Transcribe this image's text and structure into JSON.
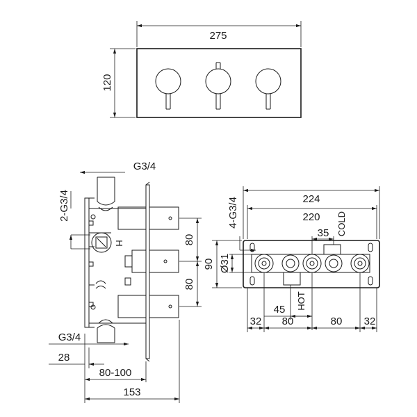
{
  "front_view": {
    "width_label": "275",
    "height_label": "120"
  },
  "side_view": {
    "top_thread_label": "G3/4",
    "left_thread_label": "2-G3/4",
    "spacing_upper_label": "80",
    "spacing_lower_label": "80",
    "bottom_thread_label": "G3/4",
    "depth_28_label": "28",
    "depth_range_label": "80-100",
    "total_depth_label": "153",
    "hot_cold_marker": "H"
  },
  "body_view": {
    "width_224_label": "224",
    "width_220_label": "220",
    "thread_label": "4-G3/4",
    "offset_35_label": "35",
    "cold_label": "COLD",
    "height_90_label": "90",
    "diameter_label": "Ø31",
    "offset_45_label": "45",
    "hot_label": "HOT",
    "bottom_dims": [
      "32",
      "80",
      "80",
      "32"
    ]
  }
}
